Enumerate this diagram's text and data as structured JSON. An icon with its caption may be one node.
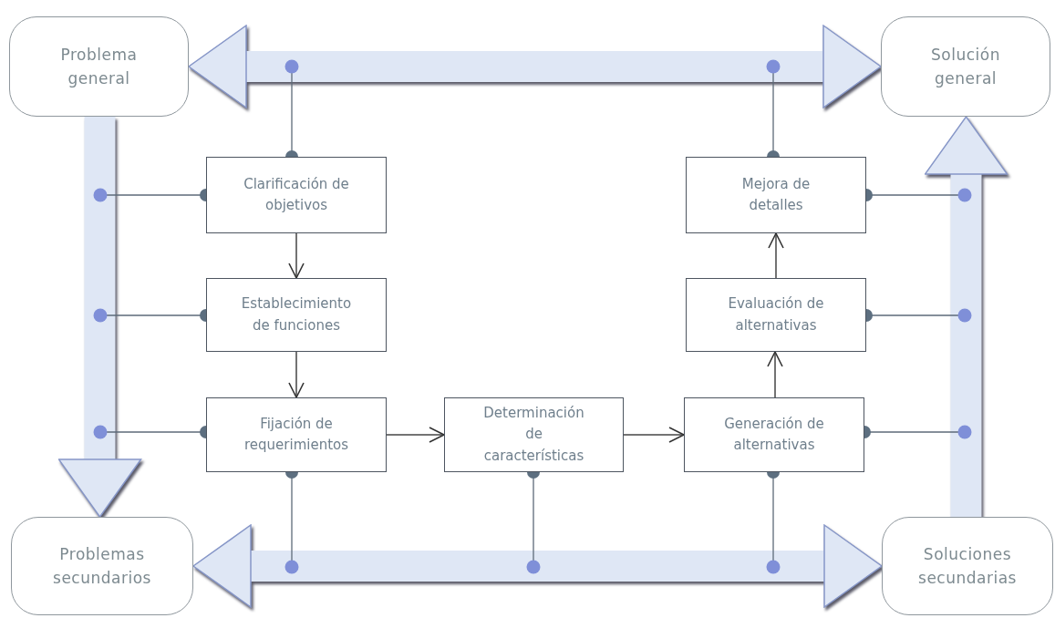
{
  "diagram": {
    "nodes": [
      {
        "text": [
          "Problema general"
        ]
      },
      {
        "text": [
          "Solución general"
        ]
      },
      {
        "text": [
          "Clarificación de objetivos"
        ]
      },
      {
        "text": [
          "Mejora de detalles"
        ]
      },
      {
        "text": [
          "Establecimiento de funciones"
        ]
      },
      {
        "text": [
          "Evaluación de alternativas"
        ]
      },
      {
        "text": [
          "Fijación de requerimientos"
        ]
      },
      {
        "text": [
          "Determinación de características"
        ]
      },
      {
        "text": [
          "Generación de alternativas"
        ]
      },
      {
        "text": [
          "Problemas secundarios"
        ]
      },
      {
        "text": [
          "Soluciones secundarias"
        ]
      }
    ],
    "edges": [
      {
        "from": 0,
        "to": 1,
        "arrow": "both",
        "style": "thick",
        "color": "#dfe7f5"
      },
      {
        "from": 0,
        "to": 9,
        "arrow": "to",
        "style": "thick",
        "color": "#dfe7f5"
      },
      {
        "from": 9,
        "to": 10,
        "arrow": "both",
        "style": "thick",
        "color": "#dfe7f5"
      },
      {
        "from": 10,
        "to": 1,
        "arrow": "to",
        "style": "thick",
        "color": "#dfe7f5"
      },
      {
        "from": 2,
        "to": 4,
        "arrow": "to"
      },
      {
        "from": 4,
        "to": 6,
        "arrow": "to"
      },
      {
        "from": 6,
        "to": 7,
        "arrow": "to"
      },
      {
        "from": 7,
        "to": 8,
        "arrow": "to"
      },
      {
        "from": 8,
        "to": 5,
        "arrow": "to"
      },
      {
        "from": 5,
        "to": 3,
        "arrow": "to"
      },
      {
        "from": 2,
        "to": null,
        "arrow": "other"
      },
      {
        "from": 2,
        "to": null,
        "arrow": "other"
      },
      {
        "from": 4,
        "to": null,
        "arrow": "other"
      },
      {
        "from": 6,
        "to": null,
        "arrow": "other"
      },
      {
        "from": 6,
        "to": null,
        "arrow": "other"
      },
      {
        "from": 7,
        "to": null,
        "arrow": "other"
      },
      {
        "from": 8,
        "to": null,
        "arrow": "other"
      },
      {
        "from": 8,
        "to": null,
        "arrow": "other"
      },
      {
        "from": 5,
        "to": null,
        "arrow": "other"
      },
      {
        "from": 3,
        "to": null,
        "arrow": "other"
      },
      {
        "from": 3,
        "to": null,
        "arrow": "other"
      }
    ]
  }
}
